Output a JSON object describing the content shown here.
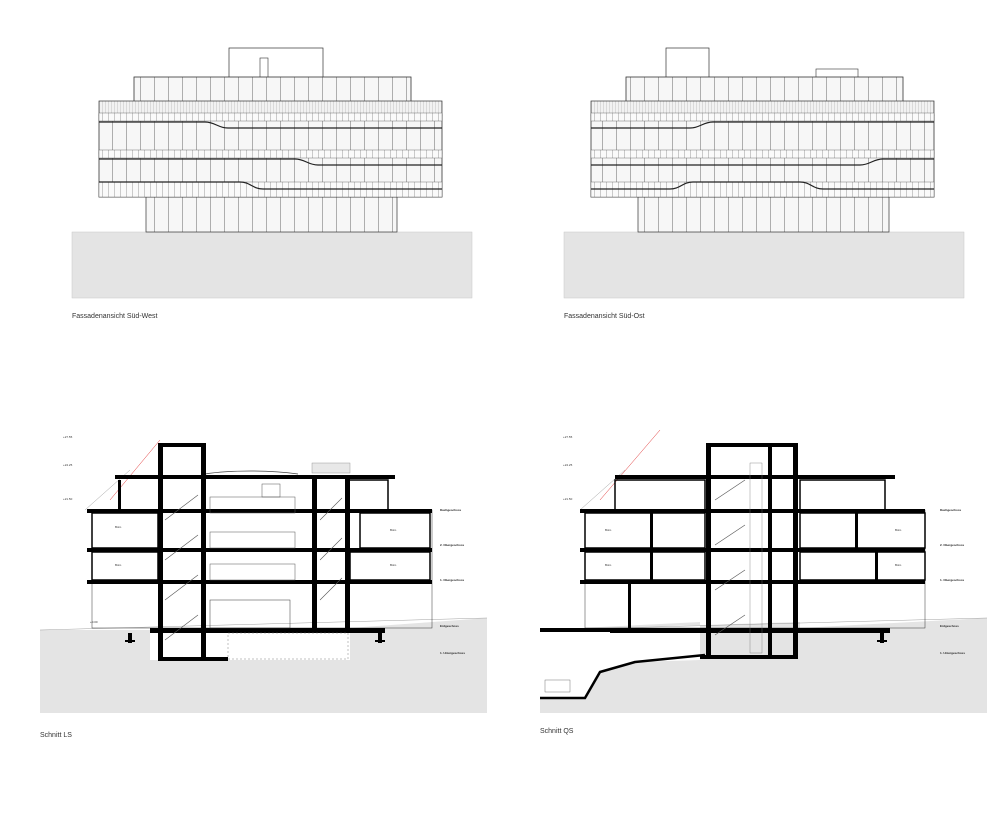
{
  "sheet": {
    "panels": [
      {
        "id": "elev-sw",
        "caption": "Fassadenansicht Süd-West"
      },
      {
        "id": "elev-so",
        "caption": "Fassadenansicht Süd-Ost"
      },
      {
        "id": "sect-ls",
        "caption": "Schnitt LS"
      },
      {
        "id": "sect-qs",
        "caption": "Schnitt QS"
      }
    ]
  },
  "colors": {
    "ground": "#e4e4e4",
    "line": "#1a1a1a",
    "wall": "#000000",
    "hatch": "#b0b0b0",
    "accent": "#e03030"
  }
}
